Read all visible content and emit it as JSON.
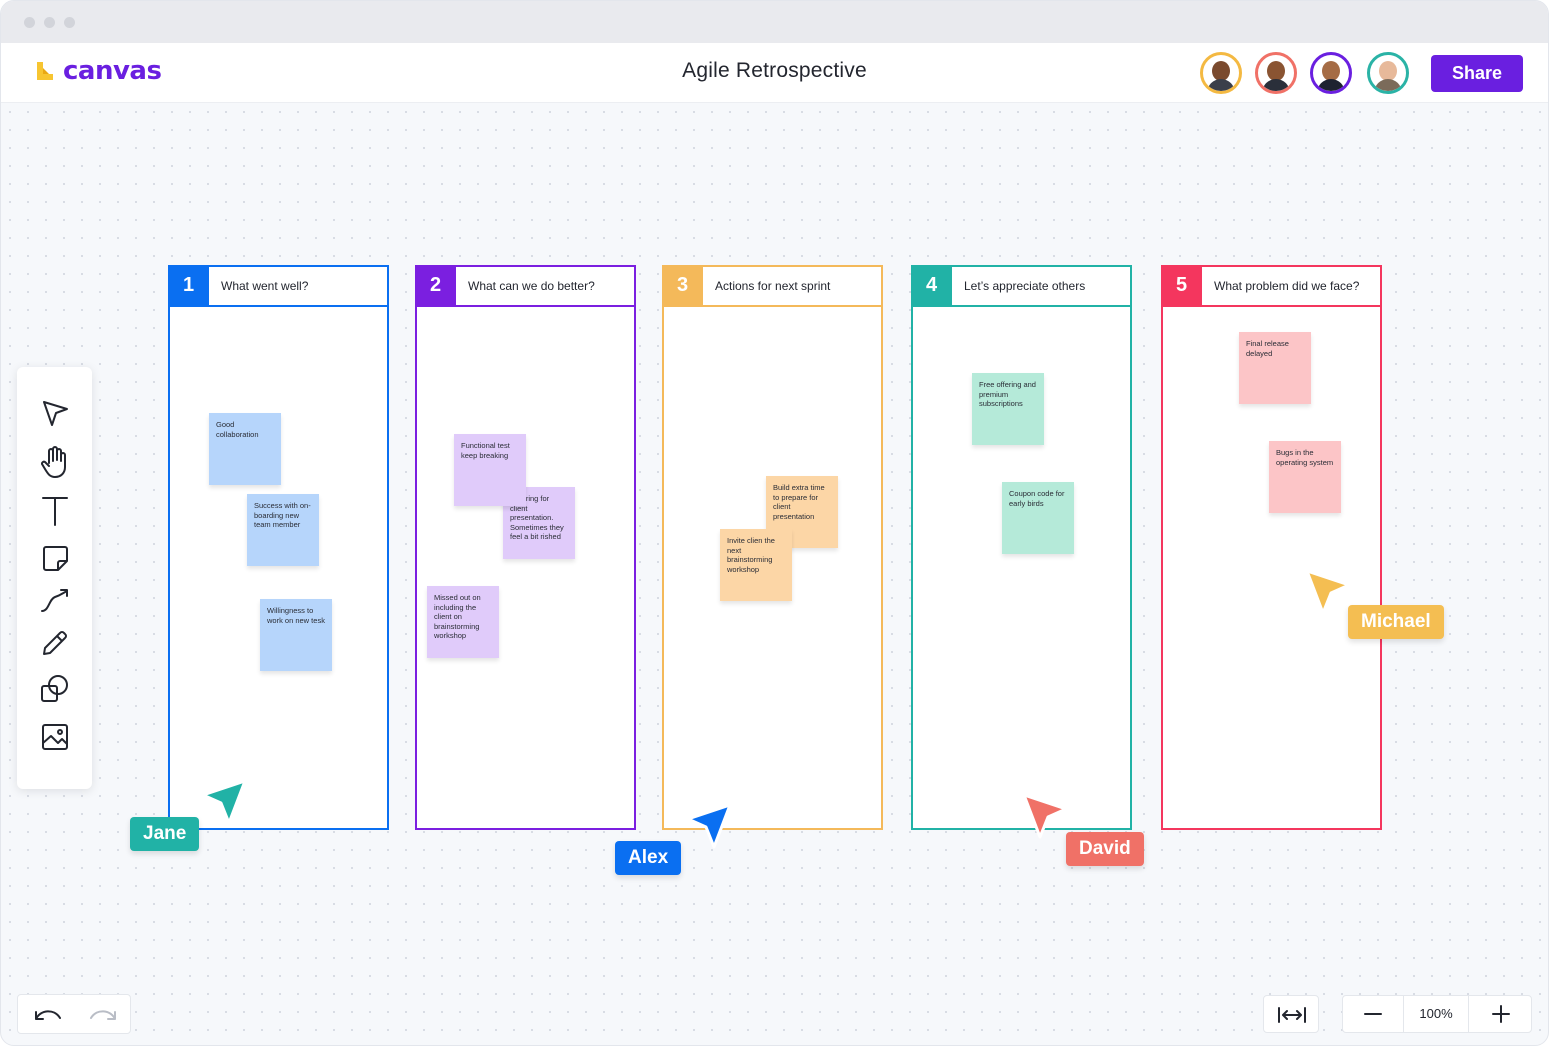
{
  "app": {
    "logo_text": "canvas",
    "logo_color": "#6a1fe0"
  },
  "header": {
    "title": "Agile Retrospective",
    "share_label": "Share"
  },
  "avatars": [
    {
      "ring": "#f4b942",
      "skin": "#7a4a2e",
      "shirt": "#3a3f4a"
    },
    {
      "ring": "#f07167",
      "skin": "#8a5432",
      "shirt": "#2a2f3a"
    },
    {
      "ring": "#6a1fe0",
      "skin": "#a56c45",
      "shirt": "#1e2230"
    },
    {
      "ring": "#2ab3a6",
      "skin": "#e7b99a",
      "shirt": "#7b6b5a"
    }
  ],
  "toolbar": {
    "tools": [
      "select-icon",
      "hand-icon",
      "text-icon",
      "sticky-note-icon",
      "connector-icon",
      "pen-icon",
      "shapes-icon",
      "image-icon"
    ]
  },
  "columns": [
    {
      "number": "1",
      "title": "What went well?",
      "color": "#0a6ff1"
    },
    {
      "number": "2",
      "title": "What can we do better?",
      "color": "#7b1fe0"
    },
    {
      "number": "3",
      "title": "Actions for next sprint",
      "color": "#f4b95a"
    },
    {
      "number": "4",
      "title": "Let’s appreciate others",
      "color": "#21b2a6"
    },
    {
      "number": "5",
      "title": "What problem did we face?",
      "color": "#f4365e"
    }
  ],
  "notes": [
    {
      "text": "Good collaboration",
      "color": "#b6d5fb"
    },
    {
      "text": "Success with on-boarding new team member",
      "color": "#b6d5fb"
    },
    {
      "text": "Willingness to work on new tesk",
      "color": "#b6d5fb"
    },
    {
      "text": "Functional test keep breaking",
      "color": "#e0cbfa"
    },
    {
      "text": "…paring for client presentation. Sometimes they feel a bit rished",
      "color": "#e0cbfa"
    },
    {
      "text": "Missed out on including the client on brainstorming workshop",
      "color": "#e0cbfa"
    },
    {
      "text": "Build extra time to prepare for client presentation",
      "color": "#fcd6a6"
    },
    {
      "text": "Invite clien the next brainstorming workshop",
      "color": "#fcd6a6"
    },
    {
      "text": "Free offering and premium subscriptions",
      "color": "#b5ead9"
    },
    {
      "text": "Coupon code for early birds",
      "color": "#b5ead9"
    },
    {
      "text": "Final release delayed",
      "color": "#fcc5c7"
    },
    {
      "text": "Bugs in the operating system",
      "color": "#fcc5c7"
    }
  ],
  "collaborators": [
    {
      "name": "Jane",
      "color": "#21b2a6"
    },
    {
      "name": "Alex",
      "color": "#0a6ff1"
    },
    {
      "name": "David",
      "color": "#f07167"
    },
    {
      "name": "Michael",
      "color": "#f4be52"
    }
  ],
  "controls": {
    "zoom": "100%",
    "undo_icon": "undo-icon",
    "redo_icon": "redo-icon",
    "fit_icon": "fit-width-icon",
    "zoom_out_icon": "minus-icon",
    "zoom_in_icon": "plus-icon"
  }
}
